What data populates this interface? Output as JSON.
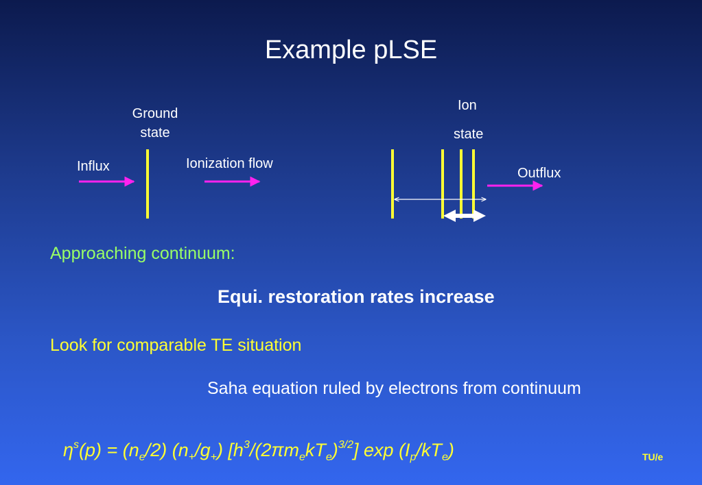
{
  "slide": {
    "title": "Example pLSE"
  },
  "diagram": {
    "ground_state_line1": "Ground",
    "ground_state_line2": "state",
    "influx": "Influx",
    "ionization_flow": "Ionization flow",
    "ion_state_line1": "Ion",
    "ion_state_line2": "state",
    "outflux": "Outflux"
  },
  "body": {
    "approaching": "Approaching continuum:",
    "equi": "Equi. restoration rates increase",
    "look_for": "Look for comparable TE situation",
    "saha": "Saha equation ruled by electrons from continuum"
  },
  "formula": {
    "eta": "η",
    "s": "s",
    "p_eq": "(p) = (n",
    "e1": "e",
    "half": "/2) (n",
    "plus1": "+",
    "g": "/g",
    "plus2": "+",
    "h_open": ") [h",
    "three": "3",
    "two_pi": "/(2",
    "pi": "π",
    "m": "m",
    "e2": "e",
    "kT": "kT",
    "e3": "e",
    "close": ")",
    "three_half": "3/2",
    "exp": "] exp (I",
    "p": "p",
    "slash_kT": "/kT",
    "e4": "e",
    "end": ")"
  },
  "footer": {
    "logo": "TU/e"
  },
  "colors": {
    "magenta_arrow": "#ff22ee",
    "yellow_line": "#ffff33",
    "white_arrow": "#ffffff"
  }
}
